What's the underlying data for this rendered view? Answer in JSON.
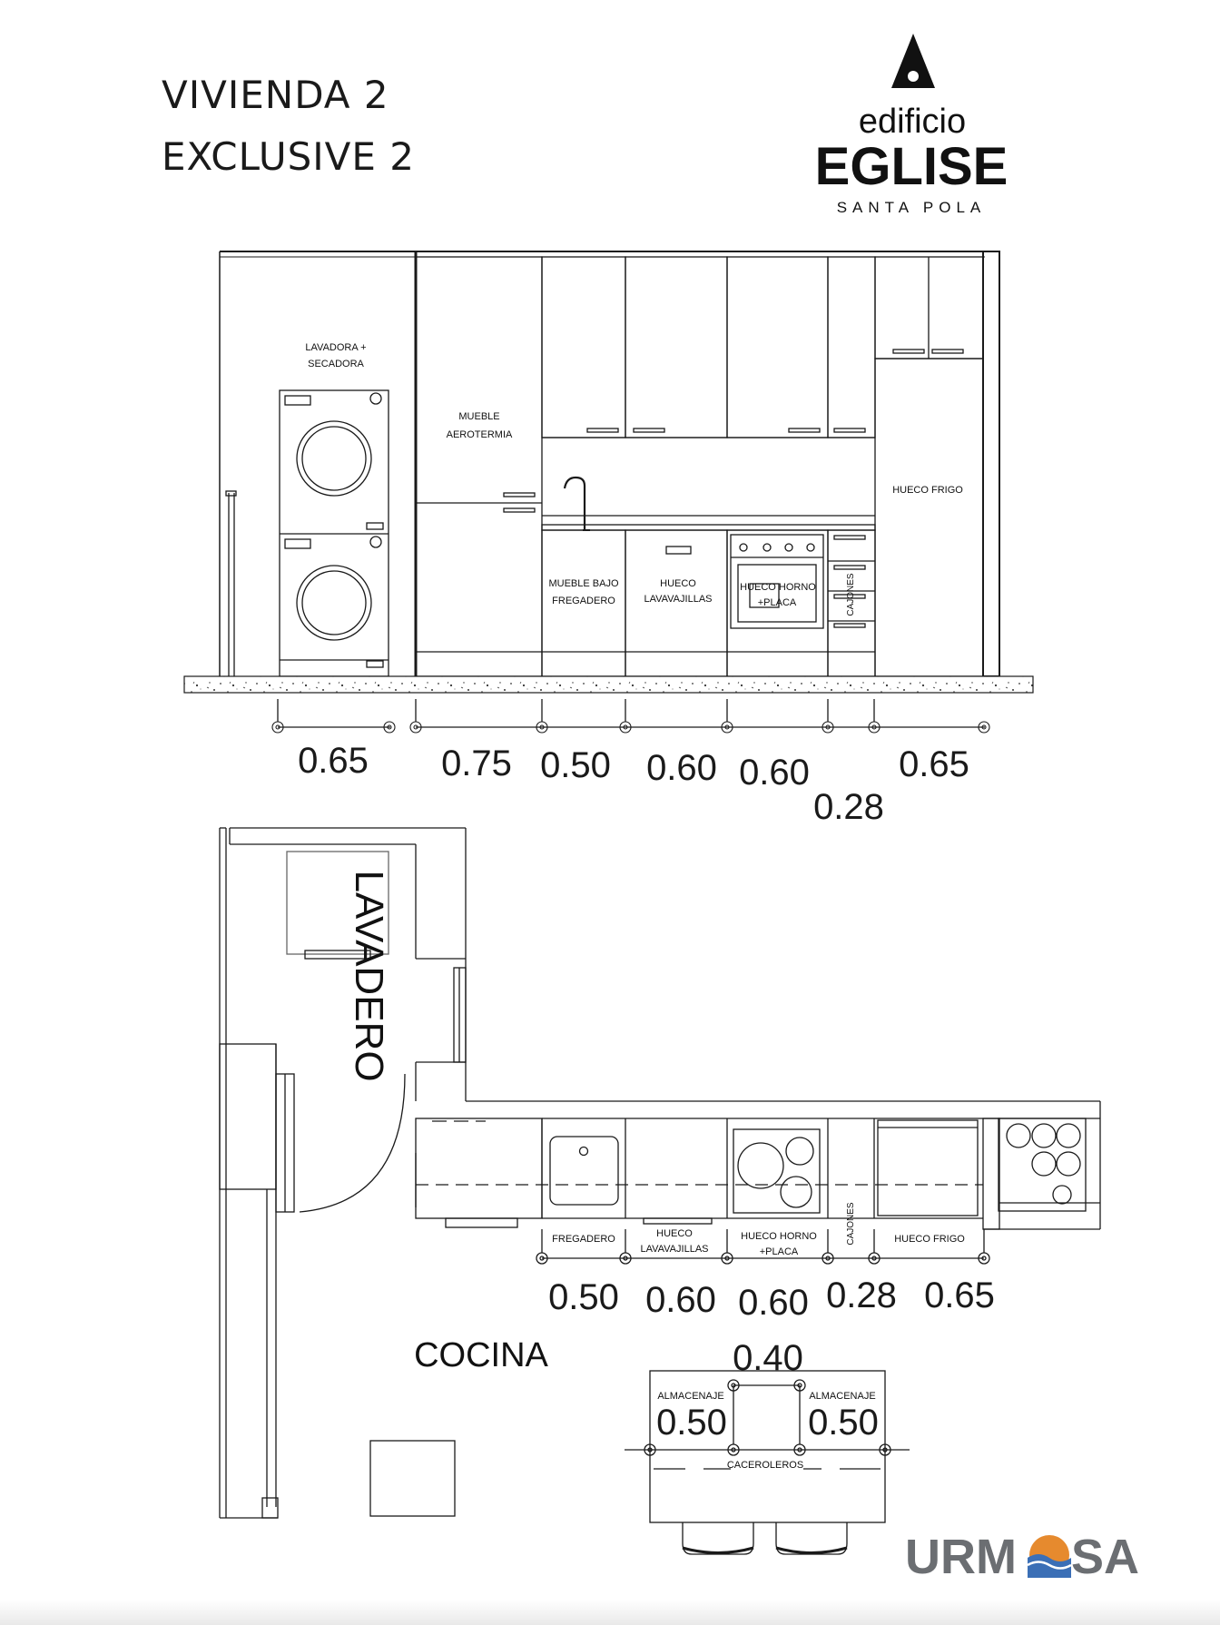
{
  "title": {
    "line1": "VIVIENDA 2",
    "line2": "EXCLUSIVE 2"
  },
  "brand": {
    "line1": "edificio",
    "line2": "EGLISE",
    "line3": "SANTA POLA"
  },
  "logo": {
    "text_left": "URM",
    "text_right": "SA"
  },
  "elevation": {
    "labels": {
      "lavadora_1": "LAVADORA +",
      "lavadora_2": "SECADORA",
      "aerotermia_1": "MUEBLE",
      "aerotermia_2": "AEROTERMIA",
      "fregadero_1": "MUEBLE BAJO",
      "fregadero_2": "FREGADERO",
      "lavavajillas_1": "HUECO",
      "lavavajillas_2": "LAVAVAJILLAS",
      "horno_1": "HUECO HORNO",
      "horno_2": "+PLACA",
      "cajones": "CAJONES",
      "frigo": "HUECO FRIGO"
    },
    "dimensions": {
      "d1": "0.65",
      "d2": "0.75",
      "d3": "0.50",
      "d4": "0.60",
      "d5": "0.60",
      "d6": "0.28",
      "d7": "0.65"
    }
  },
  "plan": {
    "room_lavadero": "LAVADERO",
    "room_cocina": "COCINA",
    "labels": {
      "fregadero": "FREGADERO",
      "lavavajillas_1": "HUECO",
      "lavavajillas_2": "LAVAVAJILLAS",
      "horno_1": "HUECO HORNO",
      "horno_2": "+PLACA",
      "cajones": "CAJONES",
      "frigo": "HUECO FRIGO"
    },
    "dimensions": {
      "d1": "0.50",
      "d2": "0.60",
      "d3": "0.60",
      "d4": "0.28",
      "d5": "0.65"
    },
    "island": {
      "storage_left": "ALMACENAJE",
      "storage_right": "ALMACENAJE",
      "caceroleros": "CACEROLEROS",
      "dim_top": "0.40",
      "dim_left": "0.50",
      "dim_right": "0.50"
    }
  }
}
